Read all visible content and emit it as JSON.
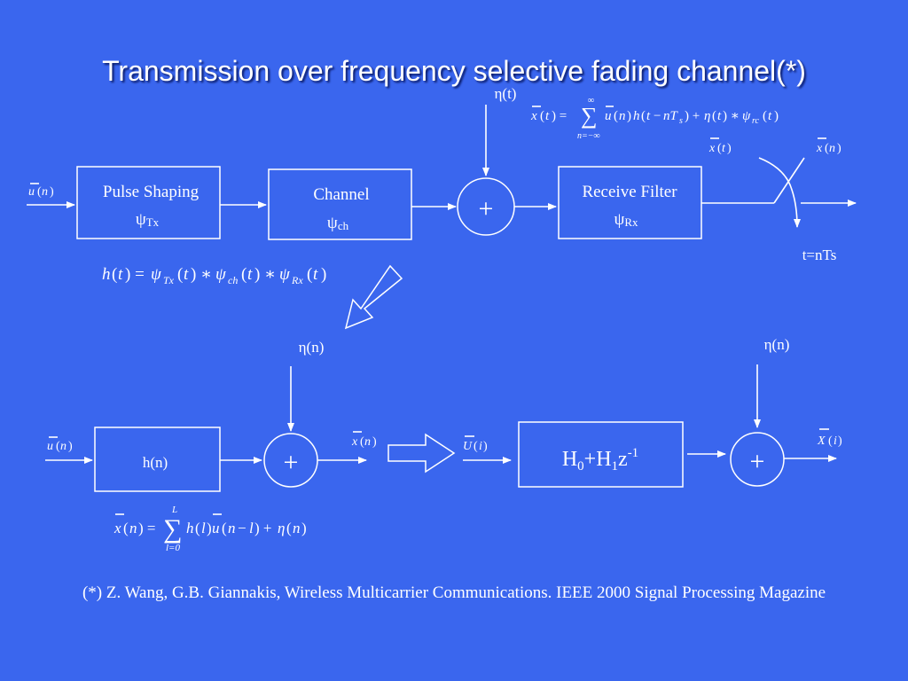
{
  "title": "Transmission over frequency selective fading channel(*)",
  "top": {
    "input_label": "u(n)",
    "pulse_shaping": {
      "label": "Pulse Shaping",
      "sub": "ψTx"
    },
    "channel": {
      "label": "Channel",
      "sub": "ψch"
    },
    "adder": "+",
    "noise_label": "η(t)",
    "receive_filter": {
      "label": "Receive Filter",
      "sub": "ψRx"
    },
    "sampler_label": "t=nTs",
    "sampler_in": "x(t)",
    "sampler_out": "x(n)",
    "received_eq": "x(t) = Σ u(n)h(t − nTs) + η(t) ∗ ψrc(t)",
    "impulse_eq": "h(t) = ψTx(t) ∗ ψch(t) ∗ ψRx(t)"
  },
  "bottom_left": {
    "input_label": "u(n)",
    "block": "h(n)",
    "adder": "+",
    "noise_label": "η(n)",
    "output_label": "x(n)",
    "eq": "x(n) = Σ h(l)u(n − l) + η(n)"
  },
  "bottom_right": {
    "input_label": "U(i)",
    "block": "H0+H1z-1",
    "adder": "+",
    "noise_label": "η(n)",
    "output_label": "X(i)"
  },
  "footnote": "(*) Z. Wang, G.B. Giannakis,  Wireless Multicarrier Communications. IEEE 2000 Signal Processing Magazine",
  "colors": {
    "background": "#3a66ee",
    "foreground": "#ffffff"
  }
}
